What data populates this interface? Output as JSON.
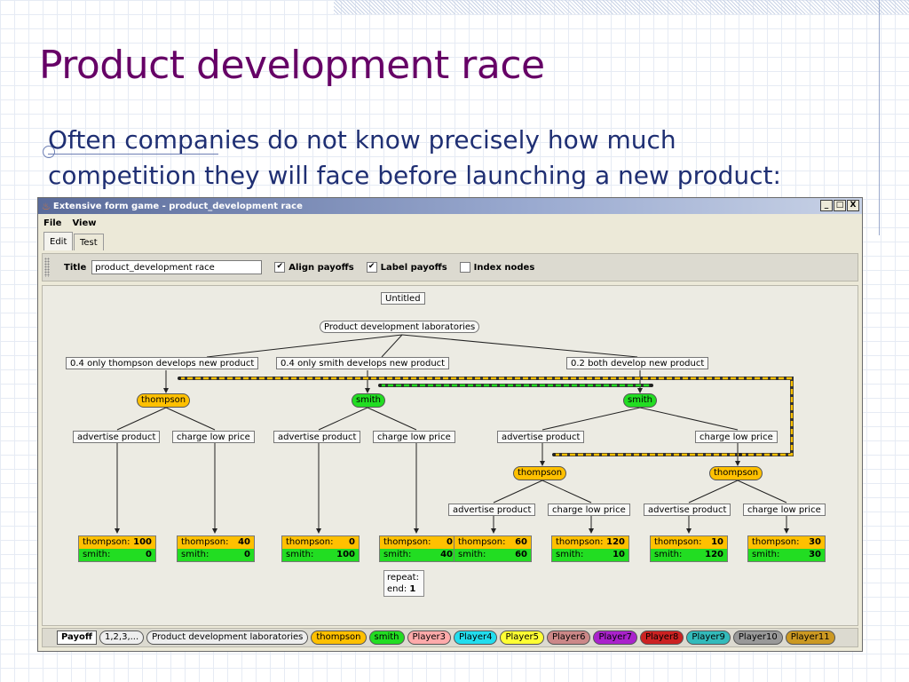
{
  "slide": {
    "title": "Product development race",
    "text_line1": "Often companies do not know precisely how much",
    "text_line2": "competition they will face before launching a new product:"
  },
  "window": {
    "title": "Extensive form game - product_development race",
    "controls": [
      "_",
      "□",
      "X"
    ]
  },
  "menu": [
    "File",
    "View"
  ],
  "tabs": [
    "Edit",
    "Test"
  ],
  "options": {
    "title_label": "Title",
    "title_value": "product_development race",
    "align_payoffs_label": "Align payoffs",
    "align_payoffs_checked": true,
    "label_payoffs_label": "Label payoffs",
    "label_payoffs_checked": true,
    "index_nodes_label": "Index nodes",
    "index_nodes_checked": false
  },
  "colors": {
    "thompson": "#ffc000",
    "smith": "#22dd22",
    "info_set_thompson": "#ffb800",
    "info_set_smith": "#22dd22"
  },
  "tree": {
    "root_label": "Untitled",
    "chance_node": "Product development laboratories",
    "chance_branches": [
      "0.4 only thompson develops new product",
      "0.4 only smith develops new product",
      "0.2 both develop new product"
    ],
    "nodes": {
      "thompson_1": "thompson",
      "smith_1": "smith",
      "smith_2": "smith",
      "thompson_2": "thompson",
      "thompson_3": "thompson"
    },
    "actions": {
      "a1": "advertise product",
      "a2": "charge low price",
      "a3": "advertise product",
      "a4": "charge low price",
      "a5": "advertise product",
      "a6": "charge low price",
      "a7": "advertise product",
      "a8": "charge low price",
      "a9": "advertise product",
      "a10": "charge low price"
    },
    "payoffs": [
      {
        "p1": "thompson:",
        "v1": "100",
        "p2": "smith:",
        "v2": "0"
      },
      {
        "p1": "thompson:",
        "v1": "40",
        "p2": "smith:",
        "v2": "0"
      },
      {
        "p1": "thompson:",
        "v1": "0",
        "p2": "smith:",
        "v2": "100"
      },
      {
        "p1": "thompson:",
        "v1": "0",
        "p2": "smith:",
        "v2": "40"
      },
      {
        "p1": "thompson:",
        "v1": "60",
        "p2": "smith:",
        "v2": "60"
      },
      {
        "p1": "thompson:",
        "v1": "120",
        "p2": "smith:",
        "v2": "10"
      },
      {
        "p1": "thompson:",
        "v1": "10",
        "p2": "smith:",
        "v2": "120"
      },
      {
        "p1": "thompson:",
        "v1": "30",
        "p2": "smith:",
        "v2": "30"
      }
    ],
    "repeat": {
      "label": "repeat:",
      "end_label": "end:",
      "end_value": "1"
    }
  },
  "statusbar": {
    "payoff_button": "Payoff",
    "players": [
      {
        "label": "1,2,3,...",
        "color": "#eeeeee"
      },
      {
        "label": "Product development laboratories",
        "color": "#eeeeee"
      },
      {
        "label": "thompson",
        "color": "#ffc000"
      },
      {
        "label": "smith",
        "color": "#22dd22"
      },
      {
        "label": "Player3",
        "color": "#ffaaaa"
      },
      {
        "label": "Player4",
        "color": "#22ddee"
      },
      {
        "label": "Player5",
        "color": "#ffff33"
      },
      {
        "label": "Player6",
        "color": "#cc8888"
      },
      {
        "label": "Player7",
        "color": "#aa22cc"
      },
      {
        "label": "Player8",
        "color": "#cc2222"
      },
      {
        "label": "Player9",
        "color": "#33bbbb"
      },
      {
        "label": "Player10",
        "color": "#999999"
      },
      {
        "label": "Player11",
        "color": "#cc9922"
      }
    ]
  }
}
